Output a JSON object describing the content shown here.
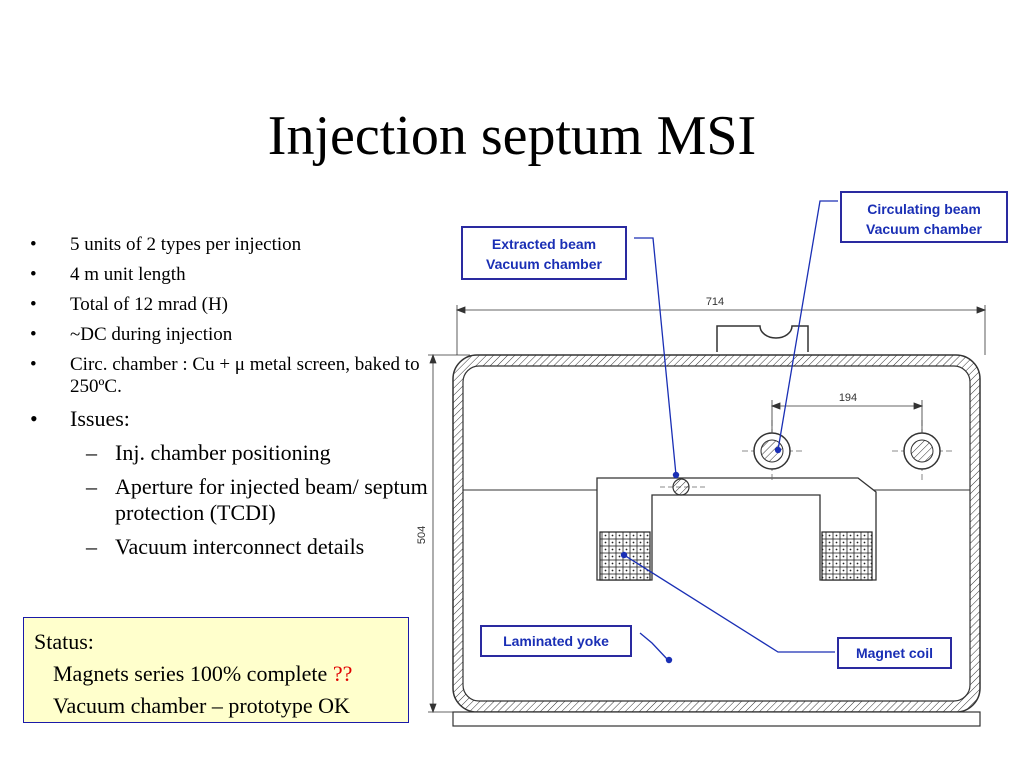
{
  "title": "Injection septum MSI",
  "bullets": [
    "5 units of 2 types per injection",
    "4 m unit length",
    "Total of 12 mrad (H)",
    "~DC during injection",
    "Circ. chamber : Cu + μ metal screen, baked to 250ºC."
  ],
  "issues": {
    "label": "Issues:",
    "items": [
      "Inj. chamber positioning",
      "Aperture for injected beam/ septum protection (TCDI)",
      "Vacuum interconnect details"
    ]
  },
  "status": {
    "label": "Status:",
    "line1": "Magnets series 100% complete ",
    "line1_flag": "??",
    "line2": "Vacuum chamber – prototype OK"
  },
  "callouts": {
    "circulating": "Circulating beam Vacuum chamber",
    "extracted": "Extracted beam Vacuum chamber",
    "yoke": "Laminated yoke",
    "coil": "Magnet coil"
  },
  "dimensions": {
    "width": "714",
    "height": "504",
    "spacing": "194"
  },
  "colors": {
    "callout_border": "#2a2aa0",
    "callout_text": "#1a2fb5",
    "status_bg": "#ffffcc",
    "flag": "#e00000"
  }
}
